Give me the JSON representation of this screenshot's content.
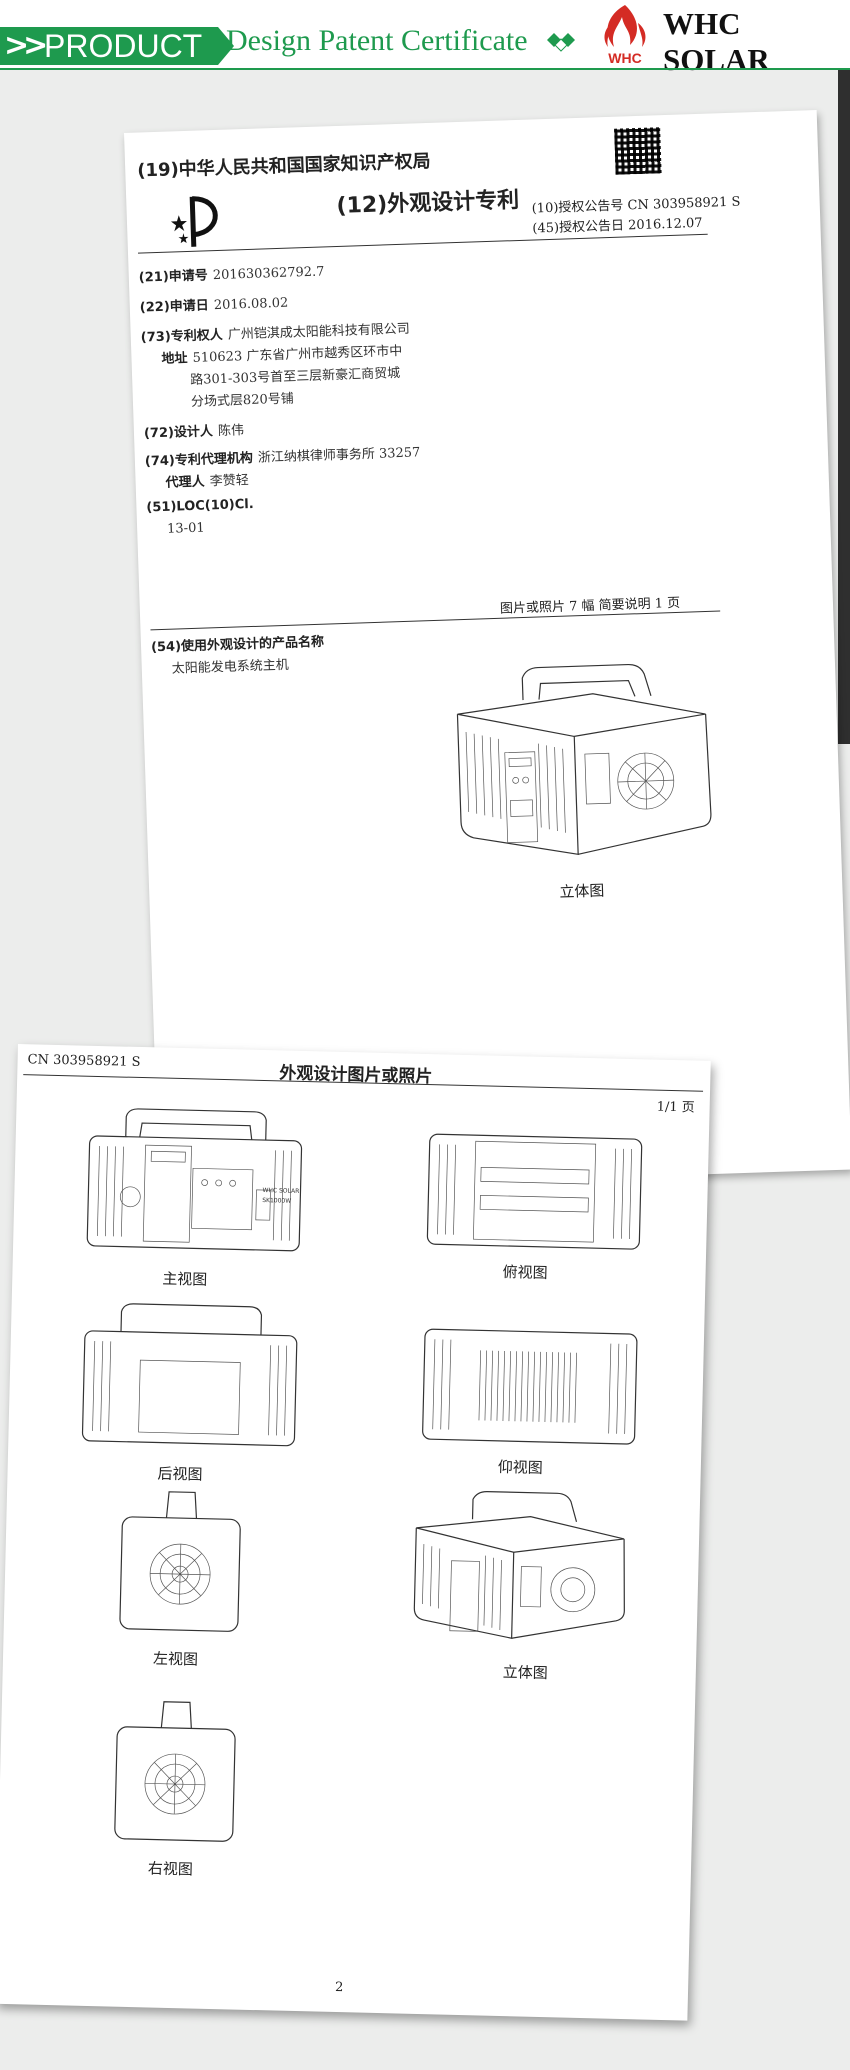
{
  "banner": {
    "product_label": "PRODUCT",
    "certificate_label": "Design Patent Certificate",
    "brand_name": "WHC SOLAR",
    "logo_text": "WHC",
    "accent_color": "#1e9a4e",
    "logo_color": "#d42b24"
  },
  "sheet1": {
    "agency": "(19)中华人民共和国国家知识产权局",
    "doc_type": "(12)外观设计专利",
    "grant_number": "(10)授权公告号 CN 303958921 S",
    "grant_date": "(45)授权公告日 2016.12.07",
    "fields": [
      {
        "label": "(21)申请号",
        "value": "201630362792.7"
      },
      {
        "label": "(22)申请日",
        "value": "2016.08.02"
      },
      {
        "label": "(73)专利权人",
        "value": "广州铠淇成太阳能科技有限公司"
      },
      {
        "label": "地址",
        "value": "510623 广东省广州市越秀区环市中"
      },
      {
        "label": "",
        "value": "路301-303号首至三层新豪汇商贸城"
      },
      {
        "label": "",
        "value": "分场式层820号铺"
      },
      {
        "label": "(72)设计人",
        "value": "陈伟"
      },
      {
        "label": "(74)专利代理机构",
        "value": "浙江纳棋律师事务所 33257"
      },
      {
        "label": "代理人",
        "value": "李赞轻"
      },
      {
        "label": "(51)LOC(10)Cl.",
        "value": ""
      },
      {
        "label": "",
        "value": "13-01"
      }
    ],
    "page_info": "图片或照片 7 幅  简要说明 1 页",
    "product_name_label": "(54)使用外观设计的产品名称",
    "product_name": "太阳能发电系统主机",
    "main_view_caption": "立体图"
  },
  "sheet2": {
    "code": "CN 303958921 S",
    "title": "外观设计图片或照片",
    "page": "1/1 页",
    "views": [
      "主视图",
      "俯视图",
      "后视图",
      "仰视图",
      "左视图",
      "立体图",
      "右视图"
    ],
    "device_label_1": "WHC SOLAR",
    "device_label_2": "SK1000W",
    "page_number": "2"
  }
}
